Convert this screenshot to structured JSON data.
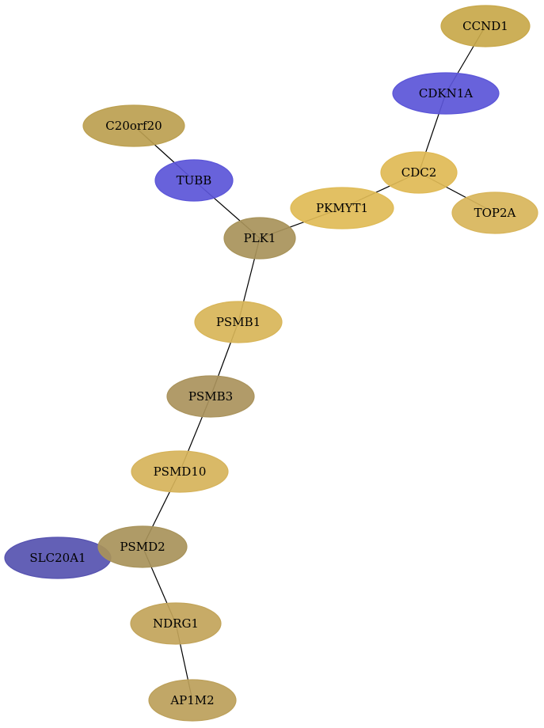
{
  "graph": {
    "nodes": [
      {
        "id": "CCND1",
        "label": "CCND1",
        "color": "#C8A84A"
      },
      {
        "id": "CDKN1A",
        "label": "CDKN1A",
        "color": "#5B55D8"
      },
      {
        "id": "C20orf20",
        "label": "C20orf20",
        "color": "#BCA050"
      },
      {
        "id": "CDC2",
        "label": "CDC2",
        "color": "#E0BA55"
      },
      {
        "id": "TUBB",
        "label": "TUBB",
        "color": "#5B55D8"
      },
      {
        "id": "PKMYT1",
        "label": "PKMYT1",
        "color": "#DFBB56"
      },
      {
        "id": "TOP2A",
        "label": "TOP2A",
        "color": "#D8B55A"
      },
      {
        "id": "PLK1",
        "label": "PLK1",
        "color": "#A8935A"
      },
      {
        "id": "PSMB1",
        "label": "PSMB1",
        "color": "#D8B558"
      },
      {
        "id": "PSMB3",
        "label": "PSMB3",
        "color": "#AA935C"
      },
      {
        "id": "PSMD10",
        "label": "PSMD10",
        "color": "#D6B35A"
      },
      {
        "id": "SLC20A1",
        "label": "SLC20A1",
        "color": "#5652B0"
      },
      {
        "id": "PSMD2",
        "label": "PSMD2",
        "color": "#A8935A"
      },
      {
        "id": "NDRG1",
        "label": "NDRG1",
        "color": "#C2A45A"
      },
      {
        "id": "AP1M2",
        "label": "AP1M2",
        "color": "#BCA05A"
      }
    ],
    "edges": [
      {
        "source": "CCND1",
        "target": "CDKN1A"
      },
      {
        "source": "CDKN1A",
        "target": "CDC2"
      },
      {
        "source": "CDC2",
        "target": "PKMYT1"
      },
      {
        "source": "CDC2",
        "target": "TOP2A"
      },
      {
        "source": "PKMYT1",
        "target": "PLK1"
      },
      {
        "source": "C20orf20",
        "target": "TUBB"
      },
      {
        "source": "TUBB",
        "target": "PLK1"
      },
      {
        "source": "PLK1",
        "target": "PSMB1"
      },
      {
        "source": "PSMB1",
        "target": "PSMB3"
      },
      {
        "source": "PSMB3",
        "target": "PSMD10"
      },
      {
        "source": "PSMD10",
        "target": "PSMD2"
      },
      {
        "source": "PSMD2",
        "target": "NDRG1"
      },
      {
        "source": "NDRG1",
        "target": "AP1M2"
      }
    ]
  }
}
